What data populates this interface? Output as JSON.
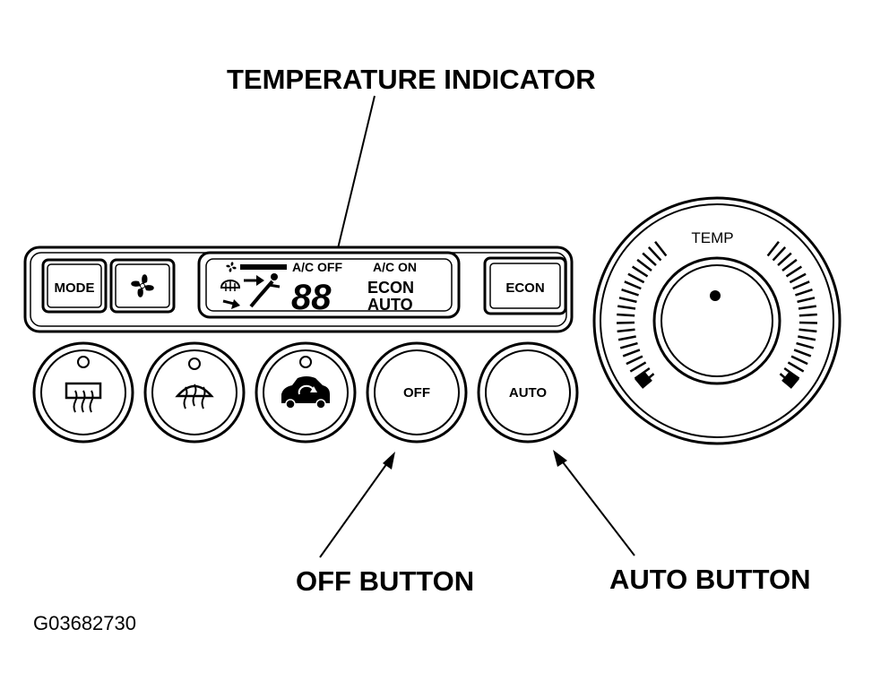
{
  "callouts": {
    "temperature_indicator": "TEMPERATURE INDICATOR",
    "off_button": "OFF BUTTON",
    "auto_button": "AUTO BUTTON"
  },
  "figure_id": "G03682730",
  "panel": {
    "mode_label": "MODE",
    "econ_label": "ECON",
    "off_label": "OFF",
    "auto_label": "AUTO",
    "fan_icon": "fan-icon",
    "rear_defrost_icon": "rear-defrost-icon",
    "front_defrost_icon": "front-defrost-icon",
    "recirculation_icon": "recirculation-icon"
  },
  "display": {
    "ac_off": "A/C OFF",
    "ac_on": "A/C ON",
    "temperature_digits": "88",
    "econ": "ECON",
    "auto": "AUTO"
  },
  "dial": {
    "label": "TEMP"
  }
}
